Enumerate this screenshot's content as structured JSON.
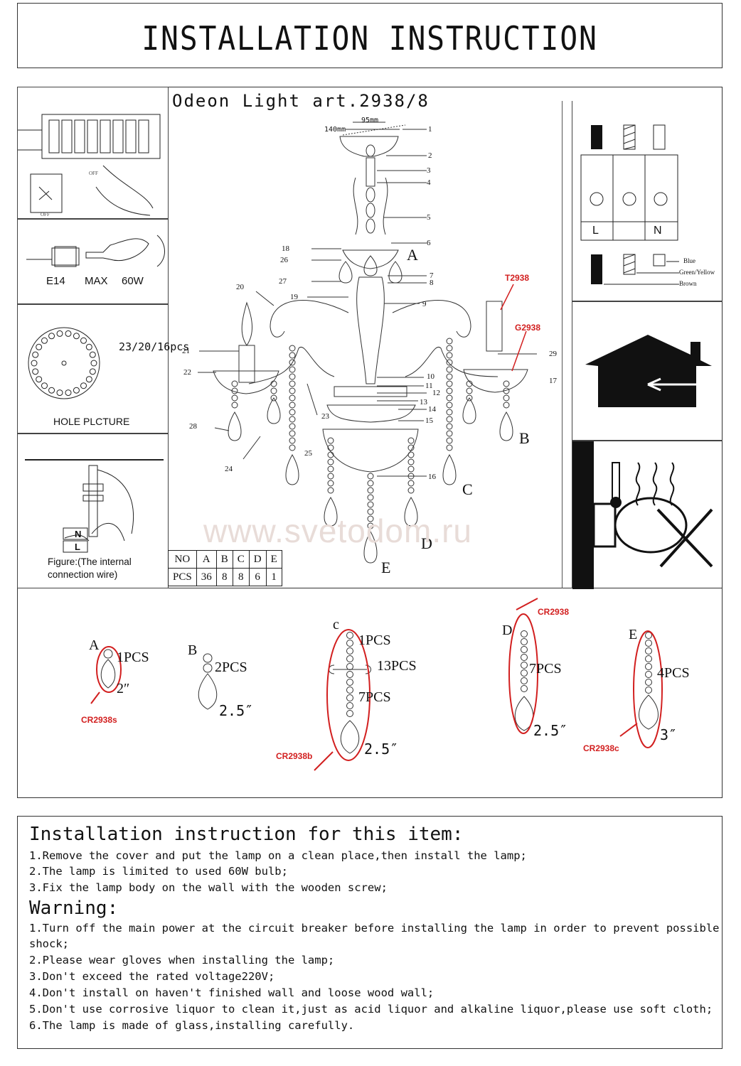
{
  "title": "INSTALLATION INSTRUCTION",
  "article": "Odeon Light art.2938/8",
  "left_panels": {
    "bulb": {
      "e14": "E14",
      "max": "MAX",
      "watt": "60W"
    },
    "hole": {
      "count": "23/20/16pcs",
      "caption": "HOLE PLCTURE"
    },
    "wire": {
      "n": "N",
      "l": "L",
      "caption1": "Figure:(The internal",
      "caption2": "connection wire)"
    },
    "breaker": {
      "off1": "OFF",
      "off2": "OFF"
    }
  },
  "diagram": {
    "dim_140": "140mm",
    "dim_95": "95mm",
    "numbers": [
      "1",
      "2",
      "3",
      "4",
      "5",
      "6",
      "7",
      "8",
      "9",
      "10",
      "11",
      "12",
      "13",
      "14",
      "15",
      "16",
      "17",
      "18",
      "19",
      "20",
      "21",
      "22",
      "23",
      "24",
      "25",
      "26",
      "27",
      "28",
      "29"
    ],
    "letters": [
      "A",
      "B",
      "C",
      "D",
      "E"
    ],
    "red_codes": {
      "t": "T2938",
      "g": "G2938"
    },
    "watermark": "www.svetodom.ru"
  },
  "wiring": {
    "l": "L",
    "n": "N",
    "blue": "Blue",
    "green": "Green/Yellow",
    "brown": "Brown"
  },
  "quantity_table": {
    "header": [
      "NO",
      "A",
      "B",
      "C",
      "D",
      "E"
    ],
    "row": [
      "PCS",
      "36",
      "8",
      "8",
      "6",
      "1"
    ]
  },
  "parts": [
    {
      "letter": "A",
      "pcs": "1PCS",
      "size": "2″",
      "code": "CR2938s"
    },
    {
      "letter": "B",
      "pcs": "2PCS",
      "size": "2.5″"
    },
    {
      "letter": "c",
      "pcs1": "1PCS",
      "pcs2": "13PCS",
      "pcs3": "7PCS",
      "size": "2.5″",
      "code": "CR2938b"
    },
    {
      "letter": "D",
      "pcs": "7PCS",
      "size": "2.5″",
      "code": "CR2938"
    },
    {
      "letter": "E",
      "pcs": "4PCS",
      "size": "3″",
      "code": "CR2938c"
    }
  ],
  "instructions": {
    "heading": "Installation instruction for this item:",
    "items": [
      "1.Remove the cover and put the lamp on a clean place,then install the lamp;",
      "2.The lamp is limited to used 60W bulb;",
      "3.Fix the lamp body on the wall with the wooden screw;"
    ],
    "warning_heading": "Warning:",
    "warnings": [
      "1.Turn off the main power at the circuit breaker before installing the lamp in order to prevent possible",
      "shock;",
      "2.Please wear gloves when installing the lamp;",
      "3.Don't exceed the rated voltage220V;",
      "4.Don't install on haven't finished wall and loose wood wall;",
      "5.Don't use corrosive liquor to clean it,just as acid liquor and alkaline liquor,please use soft cloth;",
      "6.The lamp is made of glass,installing carefully."
    ]
  }
}
